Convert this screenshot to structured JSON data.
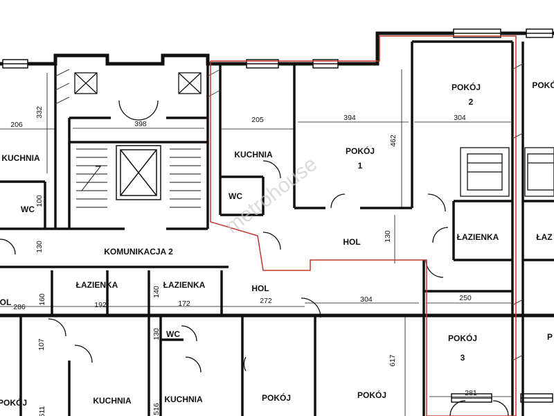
{
  "rooms": {
    "kuchnia_left": "KUCHNIA",
    "wc_left": "WC",
    "komunikacja": "KOMUNIKACJA 2",
    "lazienka_1": "ŁAZIENKA",
    "lazienka_2": "ŁAZIENKA",
    "kuchnia_center": "KUCHNIA",
    "wc_center": "WC",
    "pokoj_1": "POKÓJ",
    "pokoj_1_num": "1",
    "hol_main": "HOL",
    "hol_lower": "HOL",
    "wc_lower": "WC",
    "pokoj_2": "POKÓJ",
    "pokoj_2_num": "2",
    "lazienka_right": "ŁAZIENKA",
    "lazienka_far": "ŁAZ",
    "pokoj_3": "POKÓJ",
    "pokoj_3_num": "3",
    "pokoj_bottom_left": "POKÓJ",
    "kuchnia_bottom_1": "KUCHNIA",
    "kuchnia_bottom_2": "KUCHNIA",
    "pokoj_bottom_mid1": "POKÓJ",
    "pokoj_bottom_mid2": "POKÓJ",
    "pokoj_far_top": "POKÓ",
    "pokoj_far_bottom": "P",
    "hol_left_edge": "OL"
  },
  "dimensions": {
    "d206": "206",
    "d332": "332",
    "d100": "100",
    "d130_left": "130",
    "d398": "398",
    "d205": "205",
    "d394": "394",
    "d462": "462",
    "d304_top": "304",
    "d130_center": "130",
    "d250": "250",
    "d286": "286",
    "d160": "160",
    "d192": "192",
    "d140": "140",
    "d172": "172",
    "d272": "272",
    "d304_mid": "304",
    "d130_wc": "130",
    "d107": "107",
    "d511": "511",
    "d516": "516",
    "d617": "617",
    "d281": "281"
  },
  "watermark": "metrohouse",
  "colors": {
    "wall": "#111111",
    "highlight": "#c0392b",
    "background": "#ffffff"
  }
}
